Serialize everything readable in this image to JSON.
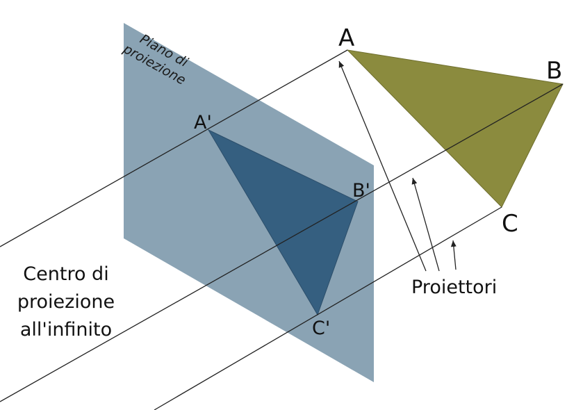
{
  "points": {
    "A": "A",
    "B": "B",
    "C": "C",
    "A_prime": "A'",
    "B_prime": "B'",
    "C_prime": "C'"
  },
  "plane_label": {
    "line1": "Piano di",
    "line2": "proiezione"
  },
  "center_label": {
    "line1": "Centro di",
    "line2": "proiezione",
    "line3": "all'infinito"
  },
  "projectors_label": "Proiettori",
  "colors": {
    "plane": "#8aa3b4",
    "projected_triangle": "#355f80",
    "object_triangle": "#8b8b3e",
    "lines": "#222222"
  }
}
